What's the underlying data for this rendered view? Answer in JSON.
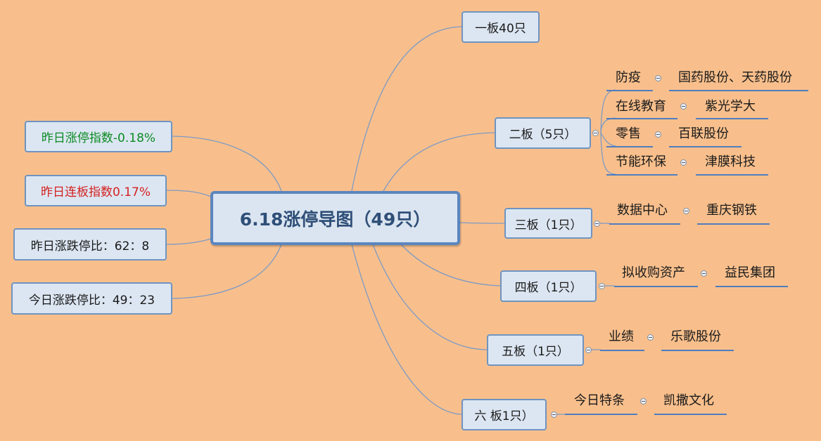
{
  "central": "6.18涨停导图（49只）",
  "left_nodes": [
    "昨日涨停指数-0.18%",
    "昨日连板指数0.17%",
    "昨日涨跌停比：62：8",
    "今日涨跌停比：49：23"
  ],
  "boards": [
    {
      "label": "一板40只",
      "items": []
    },
    {
      "label": "二板（5只）",
      "items": [
        {
          "sector": "防疫",
          "stock": "国药股份、天药股份"
        },
        {
          "sector": "在线教育",
          "stock": "紫光学大"
        },
        {
          "sector": "零售",
          "stock": "百联股份"
        },
        {
          "sector": "节能环保",
          "stock": "津膜科技"
        }
      ]
    },
    {
      "label": "三板（1只）",
      "items": [
        {
          "sector": "数据中心",
          "stock": "重庆钢铁"
        }
      ]
    },
    {
      "label": "四板（1只）",
      "items": [
        {
          "sector": "拟收购资产",
          "stock": "益民集团"
        }
      ]
    },
    {
      "label": "五板（1只）",
      "items": [
        {
          "sector": "业绩",
          "stock": "乐歌股份"
        }
      ]
    },
    {
      "label": "六 板1只）",
      "items": [
        {
          "sector": "今日特条",
          "stock": "凯撒文化"
        }
      ]
    }
  ],
  "colors": {
    "background": "#f8bf8c",
    "node_fill": "#dce6f2",
    "node_border": "#6f94c0",
    "line": "#7f9ac4",
    "underline": "#4f7dbf",
    "positive": "#0b8a23",
    "negative": "#d42020"
  }
}
